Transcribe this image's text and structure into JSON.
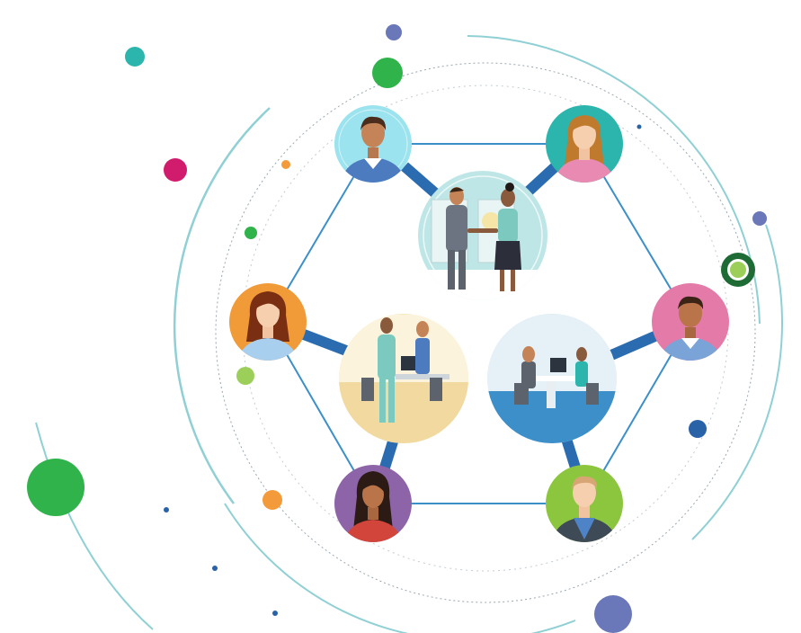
{
  "palette": {
    "teal": "#2bb5ac",
    "magenta": "#d11c6e",
    "green": "#2fb34a",
    "light_green": "#9ccf5a",
    "orange": "#f39a3b",
    "indigo": "#6a77b8",
    "navy_blue": "#2a62a8",
    "connector": "#2b6cb0",
    "line": "#3c8fc9",
    "ring_light": "#8fd0d4",
    "ring_dotted": "#9aa7b0"
  },
  "avatars": [
    {
      "id": "man-top-left",
      "icon": "man-avatar-icon",
      "bg": "#9be3ee"
    },
    {
      "id": "woman-top-right",
      "icon": "woman-avatar-icon",
      "bg": "#2bb5ac"
    },
    {
      "id": "woman-left",
      "icon": "woman-avatar-icon",
      "bg": "#f19a38"
    },
    {
      "id": "man-right",
      "icon": "man-avatar-icon",
      "bg": "#e47aa8"
    },
    {
      "id": "woman-bottom-left",
      "icon": "woman-avatar-icon",
      "bg": "#8e64a8"
    },
    {
      "id": "man-bottom-right",
      "icon": "man-avatar-icon",
      "bg": "#8cc63f"
    }
  ],
  "scenes": [
    {
      "id": "handshake",
      "icon": "handshake-scene-icon",
      "bg": "#bfe6e6"
    },
    {
      "id": "office-meeting",
      "icon": "office-meeting-scene-icon",
      "bg": "#f6e7b9"
    },
    {
      "id": "desk-interview",
      "icon": "desk-interview-scene-icon",
      "bg": "#3c8fc9"
    }
  ]
}
